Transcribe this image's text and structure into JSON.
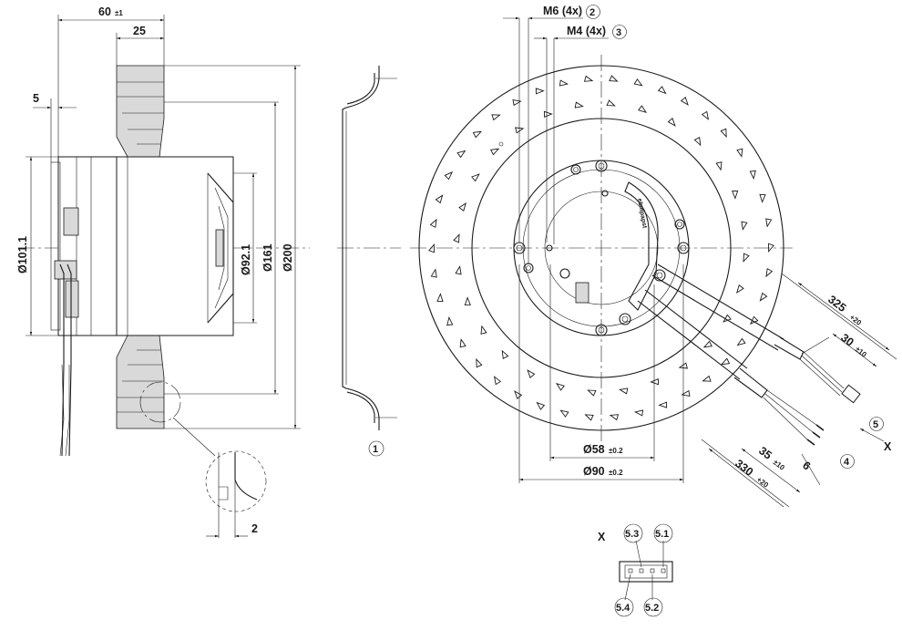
{
  "side_view": {
    "dim_width_total": "60",
    "dim_width_total_tol": "±1",
    "dim_rotor_width": "25",
    "dim_flange_offset": "5",
    "dim_mount_dia": "Ø101.1",
    "dim_hub_dia": "Ø92.1",
    "dim_bore_dia": "Ø161",
    "dim_impeller_dia": "Ø200"
  },
  "detail": {
    "dim_gap": "2"
  },
  "inlet_ring": {
    "position_label": "1"
  },
  "front_view": {
    "screw_m6": "M6 (4x)",
    "screw_m6_pos": "2",
    "screw_m4": "M4 (4x)",
    "screw_m4_pos": "3",
    "pcd_inner": "Ø58",
    "pcd_inner_tol": "±0.2",
    "pcd_outer": "Ø90",
    "pcd_outer_tol": "±0.2",
    "lead_length_a": "325",
    "lead_length_a_tol": "+20",
    "strip_length_a": "30",
    "strip_length_a_tol": "±10",
    "lead_length_b": "330",
    "lead_length_b_tol": "+20",
    "strip_length_b": "35",
    "strip_length_b_tol": "±10",
    "ferrule_length": "6",
    "cable_pos": "4",
    "connector_pos": "5",
    "view_x": "X",
    "brand_text": "ebmpapst"
  },
  "connector_view": {
    "view_label": "X",
    "pins": [
      "5.3",
      "5.1",
      "5.4",
      "5.2"
    ]
  }
}
